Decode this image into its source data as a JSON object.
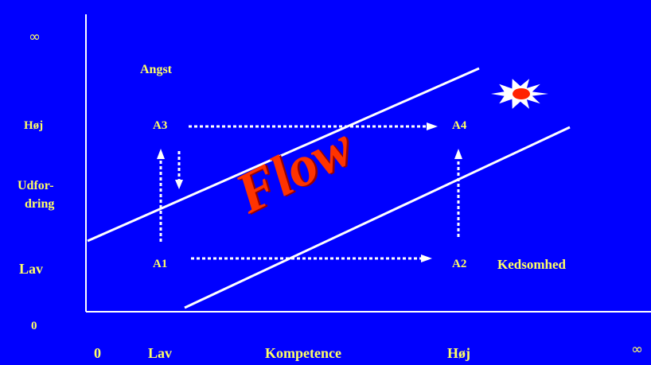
{
  "colors": {
    "background": "#0000FF",
    "text": "#FFFF66",
    "lines": "#FFFFFF",
    "flow": "#FF3300",
    "star_fill": "#FFFFFF",
    "star_core": "#FF2200"
  },
  "y_axis": {
    "infinity": "∞",
    "high": "Høj",
    "challenge_line1": "Udfor-",
    "challenge_line2": "dring",
    "low": "Lav",
    "zero": "0"
  },
  "x_axis": {
    "zero": "0",
    "low": "Lav",
    "label": "Kompetence",
    "high": "Høj",
    "infinity": "∞"
  },
  "regions": {
    "anxiety": "Angst",
    "boredom": "Kedsomhed",
    "flow": "Flow"
  },
  "points": {
    "a1": "A1",
    "a2": "A2",
    "a3": "A3",
    "a4": "A4"
  },
  "icons": {
    "burst": "star-burst-icon"
  }
}
